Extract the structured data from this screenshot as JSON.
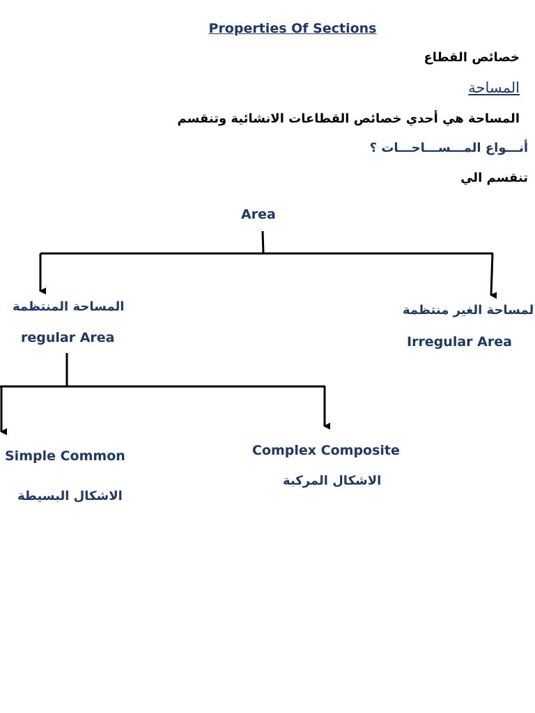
{
  "header": {
    "title": "Properties Of Sections"
  },
  "intro": {
    "line1": "خصائص القطاع",
    "line2": "المساحة",
    "line3": "المساحة هي أحدي خصائص القطاعات الانشائية وتنقسم",
    "line4": "أنـــواع المـــســـاحـــات ؟",
    "line5": "تنقسم الي"
  },
  "diagram": {
    "root": "Area",
    "regular": {
      "ar": "المساحة المنتظمة",
      "en": "regular Area"
    },
    "irregular": {
      "ar": "المساحة الغير منتظمة",
      "en": "Irregular Area"
    },
    "simple": {
      "en": "Simple Common",
      "ar": "الاشكال البسيطة"
    },
    "complex": {
      "en": "Complex Composite",
      "ar": "الاشكال المركبة"
    }
  },
  "colors": {
    "navy": "#1f3864",
    "black": "#000000"
  }
}
